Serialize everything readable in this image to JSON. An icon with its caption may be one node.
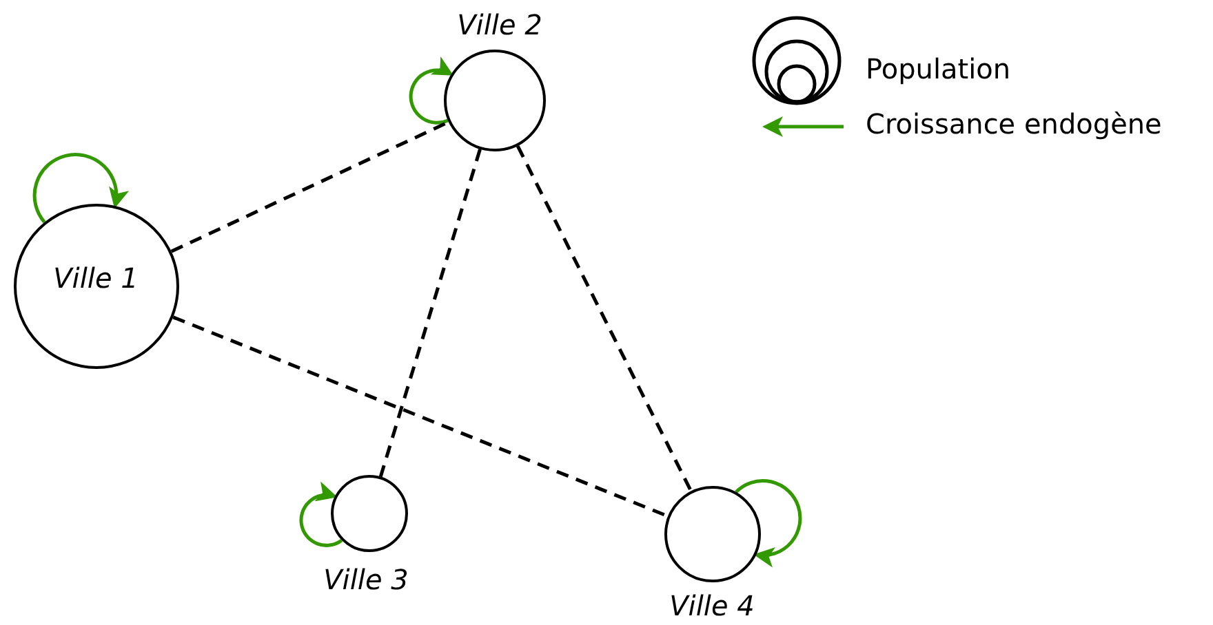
{
  "diagram": {
    "nodes": [
      {
        "text": [
          "Ville 1"
        ]
      },
      {
        "text": [
          "Ville 2"
        ]
      },
      {
        "text": [
          "Ville 3"
        ]
      },
      {
        "text": [
          "Ville 4"
        ]
      }
    ],
    "edges": [
      {
        "from": 0,
        "to": 0,
        "arrow": "to",
        "color": "#339900"
      },
      {
        "from": 1,
        "to": 1,
        "arrow": "to",
        "color": "#339900"
      },
      {
        "from": 2,
        "to": 2,
        "arrow": "to",
        "color": "#339900"
      },
      {
        "from": 3,
        "to": 3,
        "arrow": "to",
        "color": "#339900"
      },
      {
        "from": 0,
        "to": 1,
        "arrow": "none",
        "style": "dashed",
        "color": "#000000"
      },
      {
        "from": 0,
        "to": 3,
        "arrow": "none",
        "style": "dashed",
        "color": "#000000"
      },
      {
        "from": 1,
        "to": 2,
        "arrow": "none",
        "style": "dashed",
        "color": "#000000"
      },
      {
        "from": 1,
        "to": 3,
        "arrow": "none",
        "style": "dashed",
        "color": "#000000"
      }
    ],
    "legend": [
      {
        "text": "Population"
      },
      {
        "text": "Croissance endogène"
      }
    ]
  }
}
